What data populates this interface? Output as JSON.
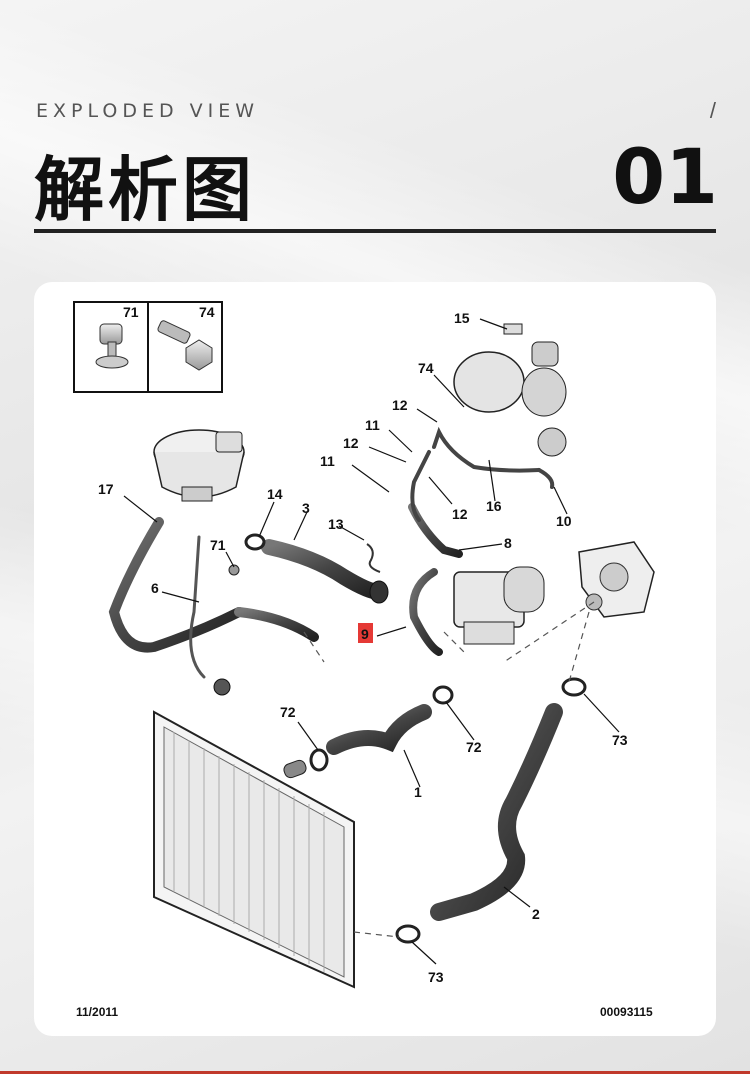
{
  "header": {
    "subtitle": "EXPLODED VIEW",
    "slash": "/",
    "title": "解析图",
    "number": "01"
  },
  "diagram": {
    "inset_labels": [
      "71",
      "74"
    ],
    "callouts": {
      "c15": "15",
      "c74": "74",
      "c12a": "12",
      "c11a": "11",
      "c12b": "12",
      "c11b": "11",
      "c12c": "12",
      "c16": "16",
      "c10": "10",
      "c17": "17",
      "c14": "14",
      "c3": "3",
      "c13": "13",
      "c8": "8",
      "c71": "71",
      "c6": "6",
      "c9": "9",
      "c72a": "72",
      "c72b": "72",
      "c73a": "73",
      "c1": "1",
      "c2": "2",
      "c73b": "73"
    },
    "highlight_color": "#e53935",
    "date_code": "11/2011",
    "ref_code": "00093115"
  }
}
